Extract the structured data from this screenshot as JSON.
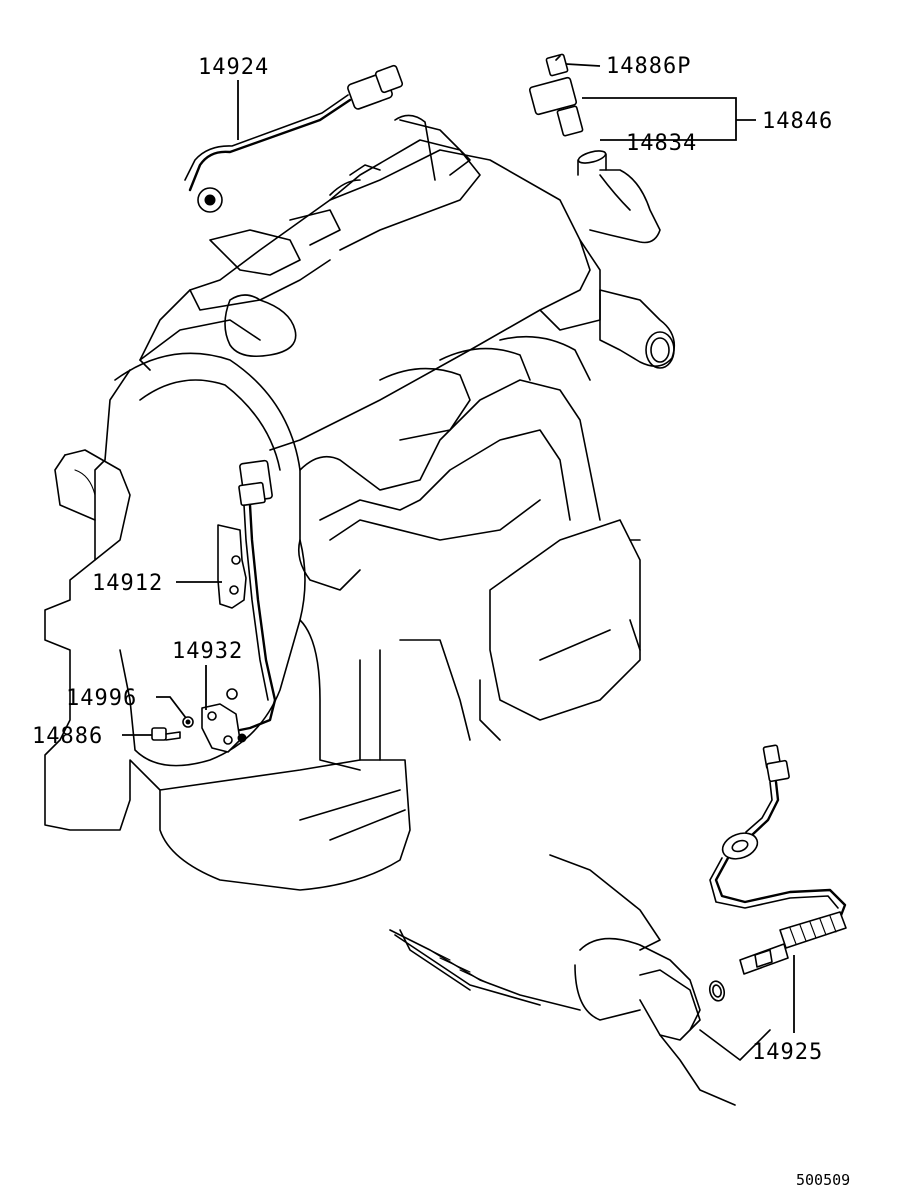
{
  "callouts": {
    "p14924": "14924",
    "p14886p": "14886P",
    "p14846": "14846",
    "p14834": "14834",
    "p14912": "14912",
    "p14932": "14932",
    "p14996": "14996",
    "p14886": "14886",
    "p14925": "14925"
  },
  "diagram_code": "500509"
}
